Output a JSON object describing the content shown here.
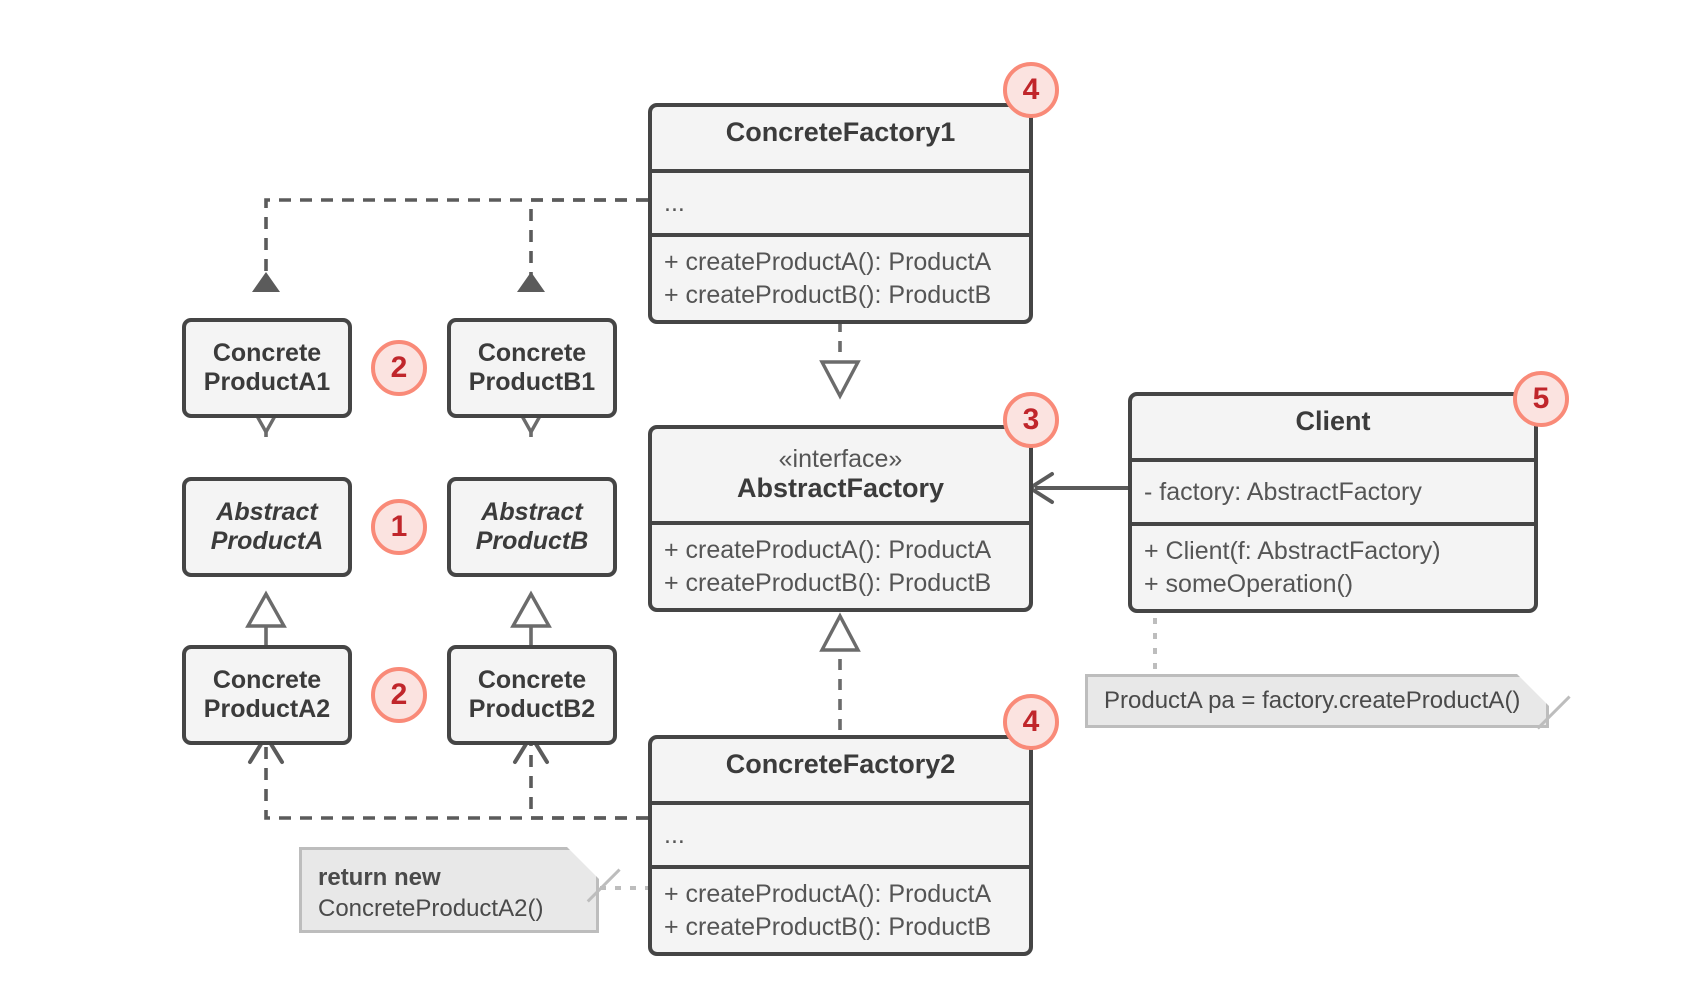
{
  "diagram": {
    "title": "Abstract Factory pattern UML class diagram",
    "colors": {
      "box_fill": "#f4f4f4",
      "box_border": "#454545",
      "text": "#555555",
      "header_text": "#3b3b3b",
      "badge_fill": "#fbe3e0",
      "badge_border": "#f98a78",
      "badge_text": "#c0262b",
      "note_fill": "#e8e8e8",
      "note_border": "#bdbdbd",
      "background": "#ffffff"
    }
  },
  "classes": {
    "concrete_factory_1": {
      "name": "ConcreteFactory1",
      "attributes": [
        "..."
      ],
      "operations": [
        "+ createProductA(): ProductA",
        "+ createProductB(): ProductB"
      ]
    },
    "concrete_factory_2": {
      "name": "ConcreteFactory2",
      "attributes": [
        "..."
      ],
      "operations": [
        "+ createProductA(): ProductA",
        "+ createProductB(): ProductB"
      ]
    },
    "abstract_factory": {
      "stereotype": "«interface»",
      "name": "AbstractFactory",
      "operations": [
        "+ createProductA(): ProductA",
        "+ createProductB(): ProductB"
      ]
    },
    "client": {
      "name": "Client",
      "attributes": [
        "- factory: AbstractFactory"
      ],
      "operations": [
        "+ Client(f: AbstractFactory)",
        "+ someOperation()"
      ]
    }
  },
  "products": {
    "concrete_product_a1": {
      "line1": "Concrete",
      "line2": "ProductA1"
    },
    "concrete_product_b1": {
      "line1": "Concrete",
      "line2": "ProductB1"
    },
    "abstract_product_a": {
      "line1": "Abstract",
      "line2": "ProductA"
    },
    "abstract_product_b": {
      "line1": "Abstract",
      "line2": "ProductB"
    },
    "concrete_product_a2": {
      "line1": "Concrete",
      "line2": "ProductA2"
    },
    "concrete_product_b2": {
      "line1": "Concrete",
      "line2": "ProductB2"
    }
  },
  "badges": {
    "b1": "1",
    "b2_top": "2",
    "b2_bottom": "2",
    "b3": "3",
    "b4_top": "4",
    "b4_bottom": "4",
    "b5": "5"
  },
  "notes": {
    "client_note": "ProductA pa = factory.createProductA()",
    "factory_note_bold": "return new",
    "factory_note_rest": "ConcreteProductA2()"
  }
}
